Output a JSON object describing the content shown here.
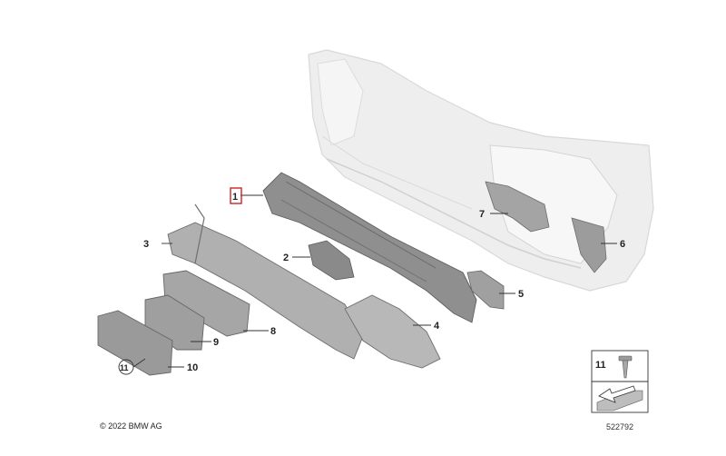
{
  "diagram": {
    "callouts": [
      {
        "id": "1",
        "label": "1",
        "highlighted": true
      },
      {
        "id": "2",
        "label": "2"
      },
      {
        "id": "3",
        "label": "3"
      },
      {
        "id": "4",
        "label": "4"
      },
      {
        "id": "5",
        "label": "5"
      },
      {
        "id": "6",
        "label": "6"
      },
      {
        "id": "7",
        "label": "7"
      },
      {
        "id": "8",
        "label": "8"
      },
      {
        "id": "9",
        "label": "9"
      },
      {
        "id": "10",
        "label": "10"
      },
      {
        "id": "11",
        "label": "11",
        "circled": true
      }
    ],
    "legend_box": {
      "label": "11",
      "icons": [
        "screw-icon",
        "arrow-ramp-icon"
      ]
    },
    "copyright": "© 2022 BMW AG",
    "document_number": "522792",
    "colors": {
      "highlight": "#cc2222",
      "part_fill": "#9a9a9a",
      "body_fill": "#eeeeee"
    }
  }
}
